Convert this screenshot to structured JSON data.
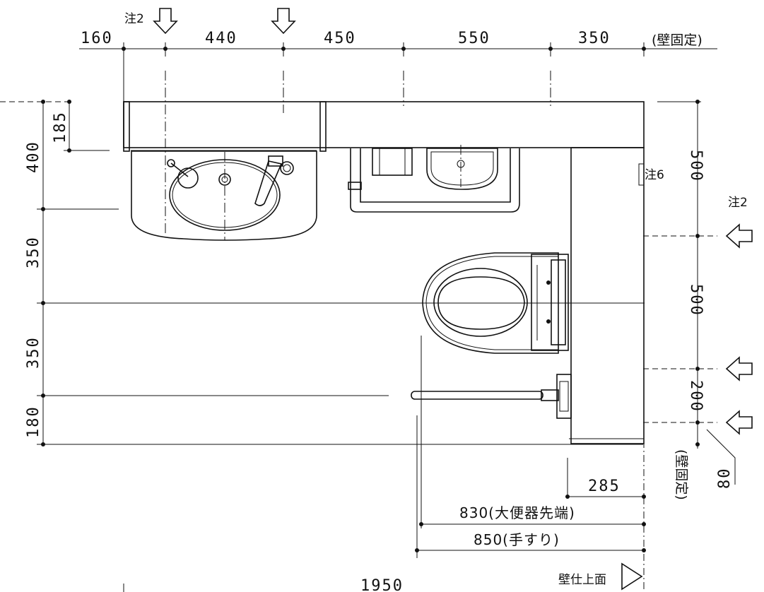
{
  "top_dims": {
    "d1": "160",
    "d2": "440",
    "d3": "450",
    "d4": "550",
    "d5": "350",
    "wall_fixed": "(壁固定)"
  },
  "left_dims": {
    "d1": "185",
    "d2": "400",
    "d3": "350",
    "d4": "350",
    "d5": "180"
  },
  "right_dims": {
    "d1": "500",
    "d2": "500",
    "d3": "200",
    "d4": "80",
    "wall_fixed": "(壁固定)"
  },
  "bottom_dims": {
    "d1": "285",
    "d2": "830(大便器先端)",
    "d3": "850(手すり)",
    "total": "1950"
  },
  "notes": {
    "note2_top": "注2",
    "note2_right": "注2",
    "note6": "注6",
    "finish_face": "壁仕上面"
  },
  "icons": {
    "arrow_down": "down-arrow-icon",
    "arrow_left": "left-arrow-icon",
    "triangle": "triangle-marker-icon"
  }
}
